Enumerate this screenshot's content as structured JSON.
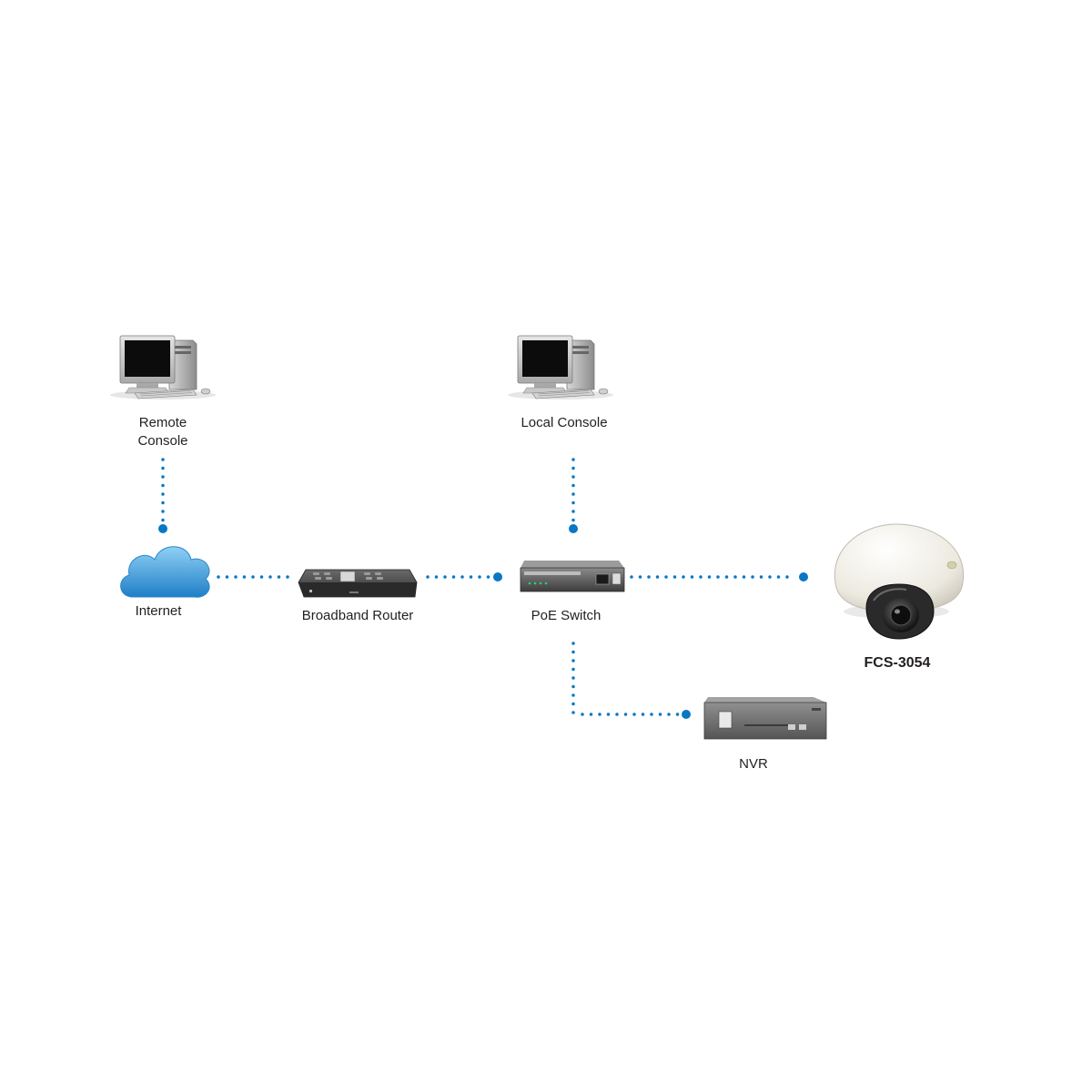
{
  "nodes": {
    "remote_console": {
      "label_line1": "Remote",
      "label_line2": "Console",
      "icon": "desktop-computer-icon"
    },
    "local_console": {
      "label": "Local Console",
      "icon": "desktop-computer-icon"
    },
    "internet": {
      "label": "Internet",
      "icon": "cloud-icon"
    },
    "router": {
      "label": "Broadband Router",
      "icon": "router-icon"
    },
    "poe_switch": {
      "label": "PoE Switch",
      "icon": "switch-icon"
    },
    "camera": {
      "label": "FCS-3054",
      "icon": "dome-camera-icon"
    },
    "nvr": {
      "label": "NVR",
      "icon": "nvr-icon"
    }
  },
  "colors": {
    "link": "#0a77c4",
    "cloud": "#3a9ad9",
    "text": "#231f20"
  }
}
